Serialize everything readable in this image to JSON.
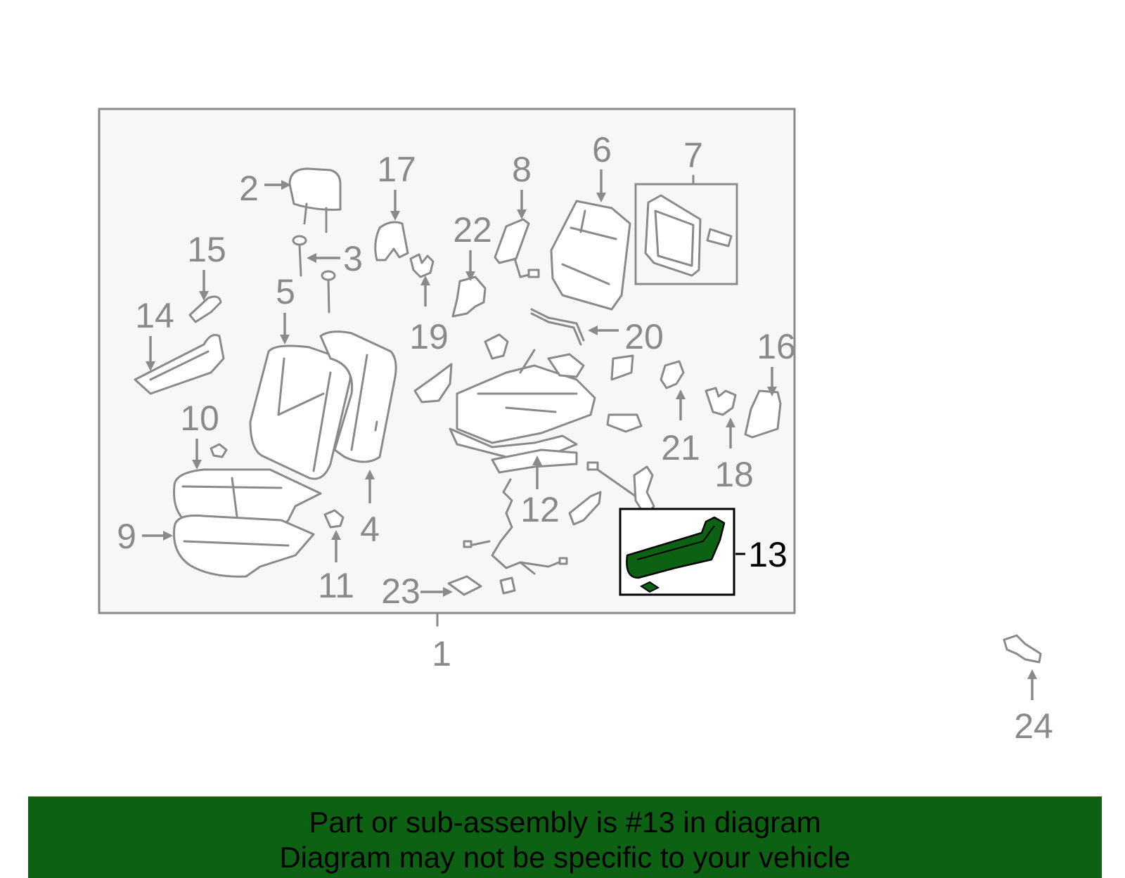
{
  "diagram": {
    "callouts": [
      {
        "id": "1",
        "text": "1"
      },
      {
        "id": "2",
        "text": "2"
      },
      {
        "id": "3",
        "text": "3"
      },
      {
        "id": "4",
        "text": "4"
      },
      {
        "id": "5",
        "text": "5"
      },
      {
        "id": "6",
        "text": "6"
      },
      {
        "id": "7",
        "text": "7"
      },
      {
        "id": "8",
        "text": "8"
      },
      {
        "id": "9",
        "text": "9"
      },
      {
        "id": "10",
        "text": "10"
      },
      {
        "id": "11",
        "text": "11"
      },
      {
        "id": "12",
        "text": "12"
      },
      {
        "id": "13",
        "text": "13"
      },
      {
        "id": "14",
        "text": "14"
      },
      {
        "id": "15",
        "text": "15"
      },
      {
        "id": "16",
        "text": "16"
      },
      {
        "id": "17",
        "text": "17"
      },
      {
        "id": "18",
        "text": "18"
      },
      {
        "id": "19",
        "text": "19"
      },
      {
        "id": "20",
        "text": "20"
      },
      {
        "id": "21",
        "text": "21"
      },
      {
        "id": "22",
        "text": "22"
      },
      {
        "id": "23",
        "text": "23"
      },
      {
        "id": "24",
        "text": "24"
      }
    ],
    "highlighted_part": "13",
    "colors": {
      "linework": "#8a8a8a",
      "panel_background": "#f7f7f7",
      "highlight_fill": "#0c6212",
      "banner_background": "#0c6212"
    }
  },
  "banner": {
    "line1": "Part or sub-assembly is #13 in diagram",
    "line2": "Diagram may not be specific to your vehicle"
  }
}
